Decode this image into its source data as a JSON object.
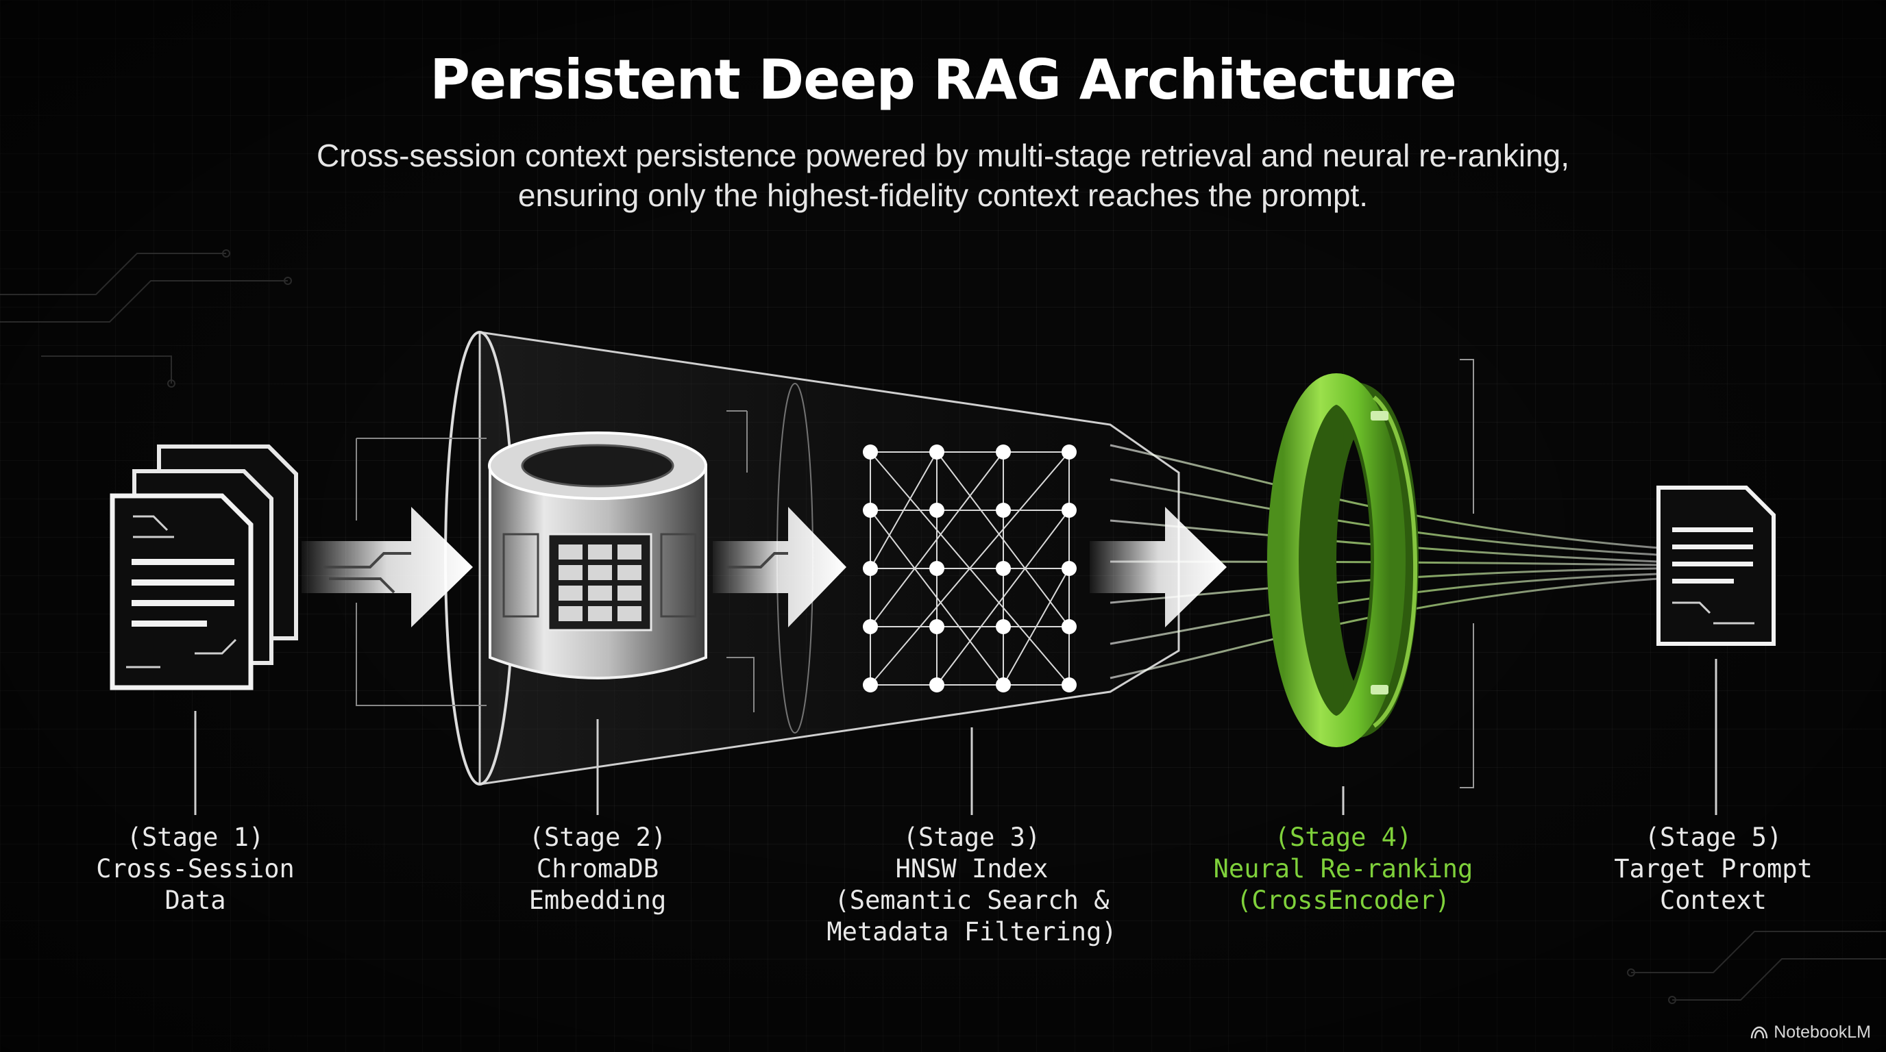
{
  "header": {
    "title": "Persistent Deep RAG Architecture",
    "subtitle_line1": "Cross-session context persistence powered by multi-stage retrieval and neural re-ranking,",
    "subtitle_line2": "ensuring only the highest-fidelity context reaches the prompt."
  },
  "colors": {
    "background": "#070707",
    "accent": "#7fd13b",
    "text": "#e9e9e9"
  },
  "stages": [
    {
      "lines": [
        "(Stage 1)",
        "Cross-Session",
        "Data"
      ]
    },
    {
      "lines": [
        "(Stage 2)",
        "ChromaDB",
        "Embedding"
      ]
    },
    {
      "lines": [
        "(Stage 3)",
        "HNSW Index",
        "(Semantic Search &",
        "Metadata Filtering)"
      ]
    },
    {
      "lines": [
        "(Stage 4)",
        "Neural Re-ranking",
        "(CrossEncoder)"
      ]
    },
    {
      "lines": [
        "(Stage 5)",
        "Target Prompt",
        "Context"
      ]
    }
  ],
  "icons": {
    "stage1": "document-stack-icon",
    "stage2": "database-cylinder-icon",
    "stage3": "network-graph-icon",
    "stage4": "green-ring-icon",
    "stage5": "document-icon",
    "arrows": "arrow-right-icon",
    "brand": "notebooklm-logo-icon"
  },
  "brand": {
    "label": "NotebookLM"
  }
}
